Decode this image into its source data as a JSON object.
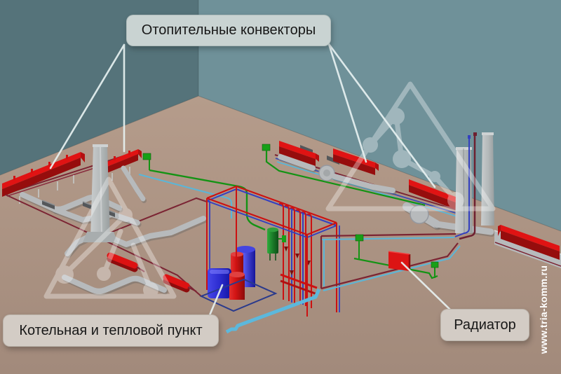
{
  "callouts": {
    "convectors": "Отопительные конвекторы",
    "boiler_room": "Котельная и тепловой пункт",
    "radiator": "Радиатор"
  },
  "watermark": {
    "url_text": "www.tria-komm.ru"
  },
  "palette": {
    "wall_left": "#55737a",
    "wall_right": "#6f9199",
    "floor": "#ab9282",
    "convector_red": "#e01313",
    "convector_red_dark": "#960d0d",
    "pipe_hot_maroon": "#7b2433",
    "pipe_red": "#cc1111",
    "pipe_cold_cyan": "#5ab6d8",
    "pipe_blue": "#3340c0",
    "pipe_green": "#149314",
    "tank_blue": "#2222cc",
    "duct_gray": "#b7babc",
    "label_bg_wall": "#c9d3d2",
    "label_bg_floor": "#d3ccc5",
    "leader_line": "#e7f1f1",
    "watermark_color": "#ffffff"
  }
}
